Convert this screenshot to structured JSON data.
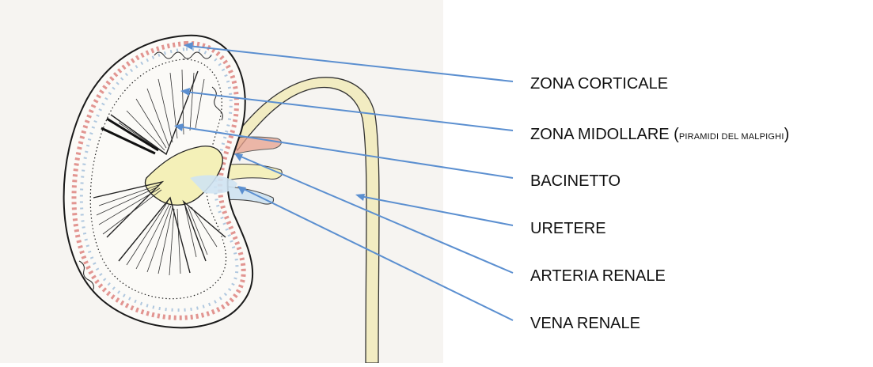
{
  "labels": {
    "cortical": "ZONA CORTICALE",
    "medulla_main": "ZONA MIDOLLARE (",
    "medulla_small": "PIRAMIDI DEL MALPIGHI",
    "medulla_close": ")",
    "pelvis": "BACINETTO",
    "ureter": "URETERE",
    "artery": "ARTERIA RENALE",
    "vein": "VENA RENALE"
  },
  "colors": {
    "leader_line": "#5b8fd0",
    "outline": "#1a1a1a",
    "cortex_red": "#d9736f",
    "cortex_blue": "#7fa6cf",
    "pelvis_yellow": "#f4f0b8",
    "pelvis_blue": "#cfe3f2",
    "artery_red": "#e8a28f",
    "ureter_fill": "#f2ecc2",
    "paper": "#f7f5f2"
  }
}
